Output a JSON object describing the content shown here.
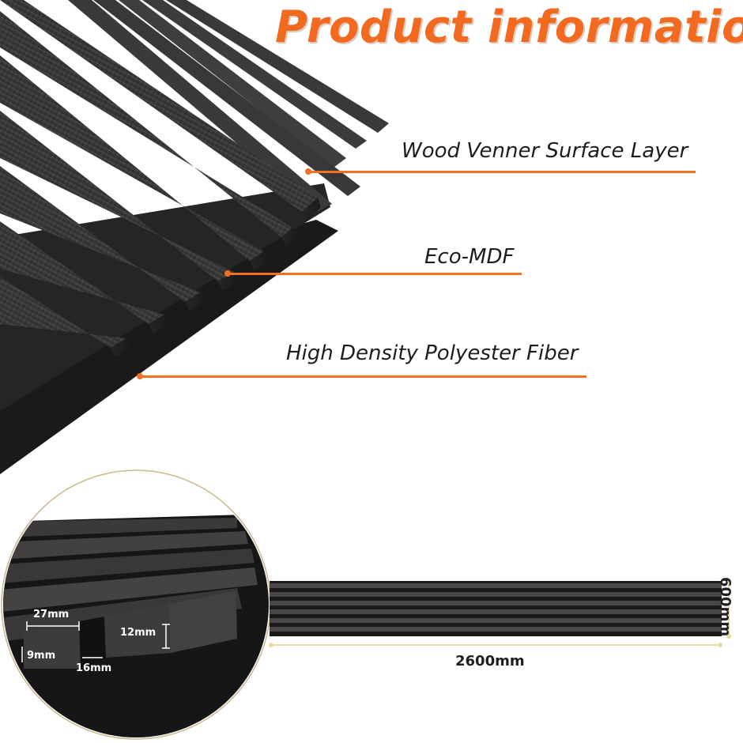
{
  "title": "Product information",
  "layers": [
    {
      "label": "Wood Venner Surface Layer"
    },
    {
      "label": "Eco-MDF"
    },
    {
      "label": "High Density Polyester Fiber"
    }
  ],
  "dimensions": {
    "slat_width": "27mm",
    "backing_thickness": "9mm",
    "gap": "16mm",
    "slat_height": "12mm",
    "panel_length": "2600mm",
    "panel_width": "600mm"
  },
  "colors": {
    "accent": "#f26a1f",
    "leader_line": "#f07025",
    "slat_dark": "#3a3838",
    "felt_black": "#1a1a1a",
    "circle_border": "#cbb98a",
    "measure_line": "#e9d9a8"
  }
}
